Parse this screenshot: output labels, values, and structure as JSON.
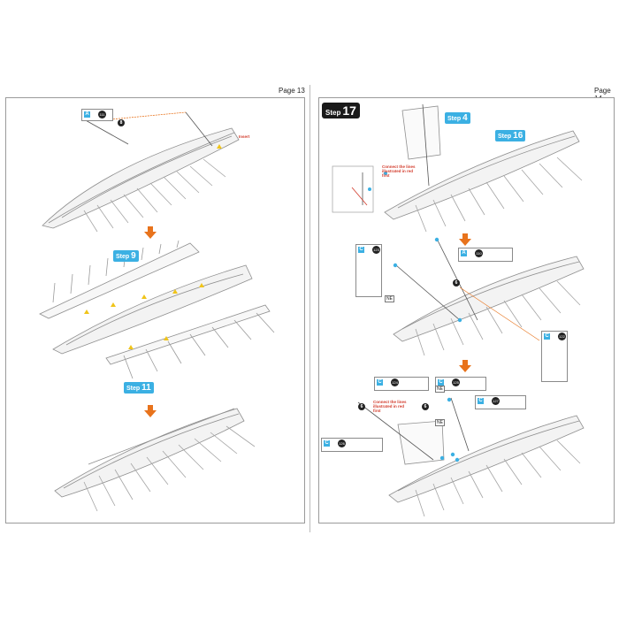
{
  "pages": {
    "left": {
      "label": "Page 13"
    },
    "right": {
      "label": "Page 14"
    }
  },
  "left_page": {
    "callouts": [
      {
        "word": "Step",
        "number": "9"
      },
      {
        "word": "Step",
        "number": "11"
      }
    ],
    "part_box_letter": "A",
    "part_box_code": "111",
    "step_dot": "8",
    "top_note": "Insert"
  },
  "right_page": {
    "step_badge": {
      "word": "Step",
      "number": "17"
    },
    "callouts": [
      {
        "word": "Step",
        "number": "4"
      },
      {
        "word": "Step",
        "number": "16"
      }
    ],
    "notes": [
      "Connect the lines illustrated in red first",
      "Connect the lines illustrated in red first"
    ],
    "part_boxes": [
      {
        "letter": "C",
        "code": "123"
      },
      {
        "letter": "A",
        "code": "110"
      },
      {
        "letter": "C",
        "code": "122"
      },
      {
        "letter": "C",
        "code": "124"
      },
      {
        "letter": "C",
        "code": "125"
      },
      {
        "letter": "C",
        "code": "127"
      },
      {
        "letter": "C",
        "code": "126"
      }
    ],
    "dots": [
      "6",
      "6",
      "6"
    ],
    "ne_labels": [
      "NE",
      "NE",
      "NE"
    ]
  },
  "colors": {
    "accent": "#3bb0e3",
    "arrow": "#e8731c",
    "badge": "#1a1a1a",
    "note_red": "#d23a2a"
  }
}
